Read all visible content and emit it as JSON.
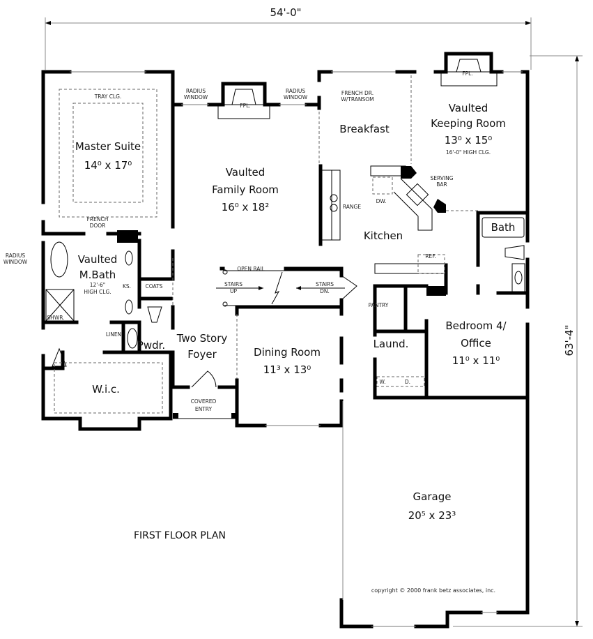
{
  "dimensions": {
    "width": "54'-0\"",
    "depth": "63'-4\""
  },
  "title": "FIRST FLOOR PLAN",
  "copyright": "copyright © 2000 frank betz associates, inc.",
  "rooms": {
    "master_suite": {
      "name": "Master Suite",
      "size": "14⁰  x  17⁰",
      "note": "TRAY CLG."
    },
    "family_room": {
      "line1": "Vaulted",
      "line2": "Family Room",
      "size": "16⁰  x  18²"
    },
    "breakfast": {
      "name": "Breakfast"
    },
    "keeping_room": {
      "line1": "Vaulted",
      "line2": "Keeping Room",
      "size": "13⁰  x  15⁰",
      "note": "16'-0\" HIGH CLG."
    },
    "kitchen": {
      "name": "Kitchen"
    },
    "bath": {
      "name": "Bath"
    },
    "master_bath": {
      "line1": "Vaulted",
      "line2": "M.Bath",
      "note1": "12'-6\"",
      "note2": "HIGH CLG."
    },
    "foyer": {
      "line1": "Two Story",
      "line2": "Foyer"
    },
    "dining_room": {
      "name": "Dining Room",
      "size": "11³  x  13⁰"
    },
    "laundry": {
      "name": "Laund."
    },
    "bedroom4": {
      "line1": "Bedroom 4/",
      "line2": "Office",
      "size": "11⁰  x  11⁰"
    },
    "wic": {
      "name": "W.i.c."
    },
    "powder": {
      "name": "Pwdr."
    },
    "garage": {
      "name": "Garage",
      "size": "20⁵  x  23³"
    }
  },
  "labels": {
    "radius_window": [
      "RADIUS",
      "WINDOW"
    ],
    "fpl": "FPL.",
    "french_dr": [
      "FRENCH DR.",
      "W/TRANSOM"
    ],
    "french_door": [
      "FRENCH",
      "DOOR"
    ],
    "range": "RANGE",
    "dw": "DW.",
    "serving_bar": [
      "SERVING",
      "BAR"
    ],
    "ref": "REF.",
    "pantry": "PANTRY",
    "ks": "KS.",
    "coats": "COATS",
    "shwr": "SHWR.",
    "linen": "LINEN",
    "open_rail": "OPEN RAIL",
    "stairs_up": [
      "STAIRS",
      "UP"
    ],
    "stairs_dn": [
      "STAIRS",
      "DN."
    ],
    "covered_entry": [
      "COVERED",
      "ENTRY"
    ],
    "washer": "W.",
    "dryer": "D."
  }
}
